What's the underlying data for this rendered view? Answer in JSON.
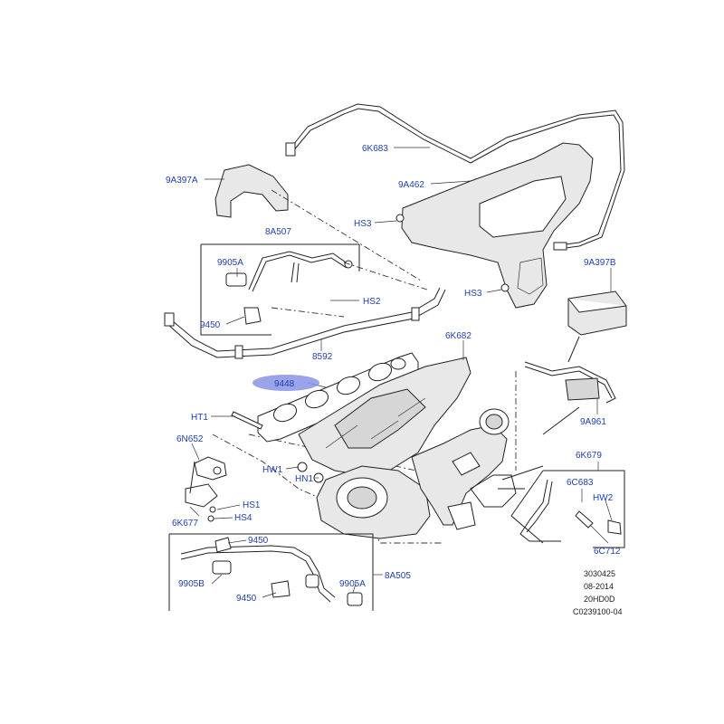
{
  "labels": {
    "l_6k683": "6K683",
    "l_9a397a": "9A397A",
    "l_9a462": "9A462",
    "l_8a507": "8A507",
    "l_hs3_top": "HS3",
    "l_9905a_top": "9905A",
    "l_9a397b": "9A397B",
    "l_hs3_mid": "HS3",
    "l_hs2": "HS2",
    "l_9450_top": "9450",
    "l_6k682": "6K682",
    "l_8592": "8592",
    "l_9448": "9448",
    "l_ht1": "HT1",
    "l_9a961": "9A961",
    "l_6n652": "6N652",
    "l_6k679": "6K679",
    "l_hw1": "HW1",
    "l_hn1": "HN1",
    "l_6c683": "6C683",
    "l_hw2": "HW2",
    "l_hs1": "HS1",
    "l_6k677": "6K677",
    "l_hs4": "HS4",
    "l_9450_bot1": "9450",
    "l_6c712": "6C712",
    "l_8a505": "8A505",
    "l_9905b": "9905B",
    "l_9905a_bot": "9905A",
    "l_9450_bot2": "9450"
  },
  "highlight": {
    "color": "#8a93e8",
    "part": "9448"
  },
  "reference": {
    "line1": "3030425",
    "line2": "08-2014",
    "line3": "20HD0D",
    "line4": "C0239100-04"
  },
  "colors": {
    "label": "#1f3fb0",
    "ink": "#222222"
  }
}
